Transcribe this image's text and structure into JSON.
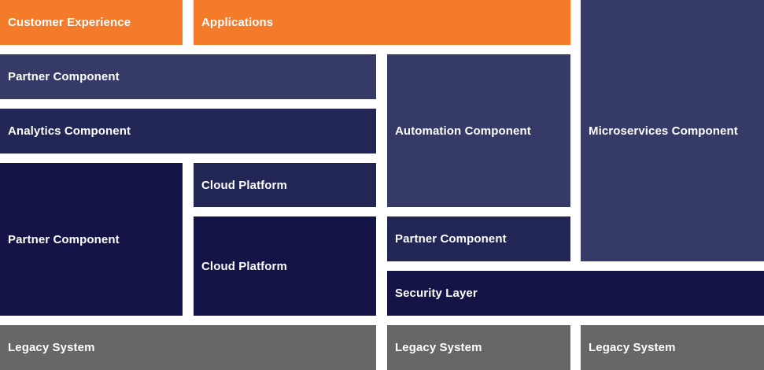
{
  "colors": {
    "orange": "#f47b2a",
    "slate": "#353a66",
    "navy": "#222654",
    "deep_navy": "#141447",
    "gray": "#676767",
    "text": "#ffffff"
  },
  "blocks": {
    "customer_experience": "Customer Experience",
    "applications": "Applications",
    "microservices": "Microservices Component",
    "partner_1": "Partner Component",
    "analytics": "Analytics Component",
    "automation": "Automation Component",
    "partner_2": "Partner Component",
    "cloud_1": "Cloud Platform",
    "cloud_2": "Cloud Platform",
    "partner_3": "Partner Component",
    "security": "Security Layer",
    "legacy_1": "Legacy System",
    "legacy_2": "Legacy System",
    "legacy_3": "Legacy System"
  }
}
